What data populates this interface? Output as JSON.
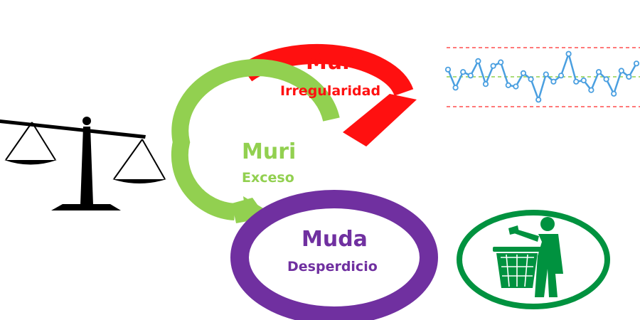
{
  "colors": {
    "mura": "#ff1010",
    "muri": "#92d050",
    "muda": "#7030a0",
    "scale": "#000000",
    "trash": "#00923f",
    "chart_line": "#4a9fe0",
    "chart_limits": "#ff4d4d",
    "chart_center": "#8fd14f"
  },
  "icons": {
    "scale": "balance-scale-icon",
    "trash": "trash-bin-icon",
    "chart": "control-chart-icon"
  },
  "nodes": [
    {
      "id": "mura",
      "title": "Mura",
      "subtitle": "Irregularidad"
    },
    {
      "id": "muri",
      "title": "Muri",
      "subtitle": "Exceso"
    },
    {
      "id": "muda",
      "title": "Muda",
      "subtitle": "Desperdicio"
    }
  ],
  "control_chart": {
    "values": [
      0.3,
      -0.45,
      0.2,
      0.05,
      0.65,
      -0.3,
      0.45,
      0.6,
      -0.35,
      -0.4,
      0.15,
      -0.1,
      -0.95,
      0.1,
      -0.2,
      0.05,
      0.95,
      -0.2,
      -0.15,
      -0.55,
      0.2,
      -0.1,
      -0.7,
      0.25,
      0.0,
      0.55
    ]
  }
}
